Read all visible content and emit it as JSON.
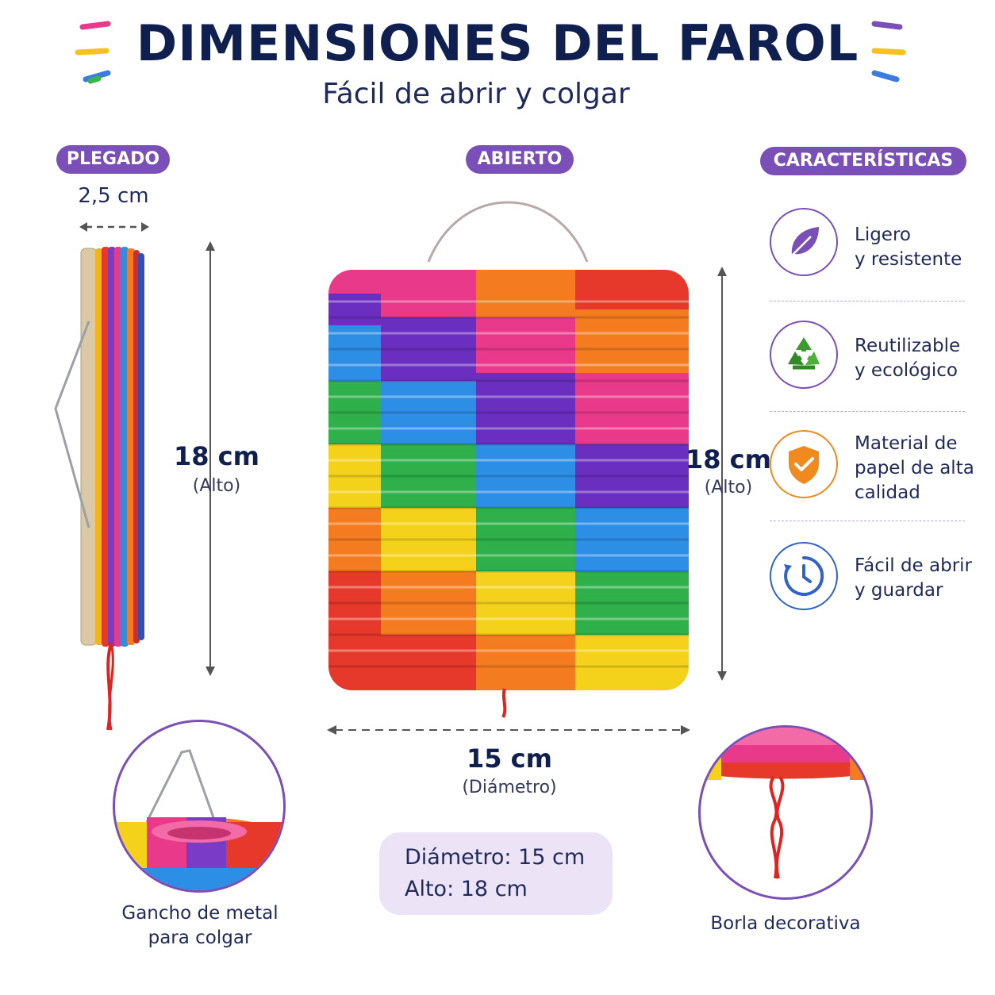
{
  "header": {
    "title": "DIMENSIONES DEL FAROL",
    "subtitle": "Fácil de abrir y colgar"
  },
  "sections": {
    "folded": "PLEGADO",
    "open": "ABIERTO",
    "features": "CARACTERÍSTICAS"
  },
  "folded": {
    "width_value": "2,5 cm",
    "height_value": "18 cm",
    "height_label": "(Alto)"
  },
  "open": {
    "height_value": "18 cm",
    "height_label": "(Alto)",
    "diameter_value": "15 cm",
    "diameter_label": "(Diámetro)"
  },
  "features": [
    {
      "icon": "leaf-icon",
      "line1": "Ligero",
      "line2": "y resistente",
      "line3": ""
    },
    {
      "icon": "recycle-icon",
      "line1": "Reutilizable",
      "line2": "y ecológico",
      "line3": ""
    },
    {
      "icon": "shield-check-icon",
      "line1": "Material de",
      "line2": "papel de alta",
      "line3": "calidad"
    },
    {
      "icon": "clock-icon",
      "line1": "Fácil de abrir",
      "line2": "y guardar",
      "line3": ""
    }
  ],
  "summary": {
    "diameter": "Diámetro: 15 cm",
    "height": "Alto: 18 cm"
  },
  "details": {
    "hook_line1": "Gancho de metal",
    "hook_line2": "para colgar",
    "tassel": "Borla decorativa"
  },
  "colors": {
    "accent": "#7a4fb8",
    "title": "#0f1f4f",
    "summary_bg": "#ece3f6"
  }
}
